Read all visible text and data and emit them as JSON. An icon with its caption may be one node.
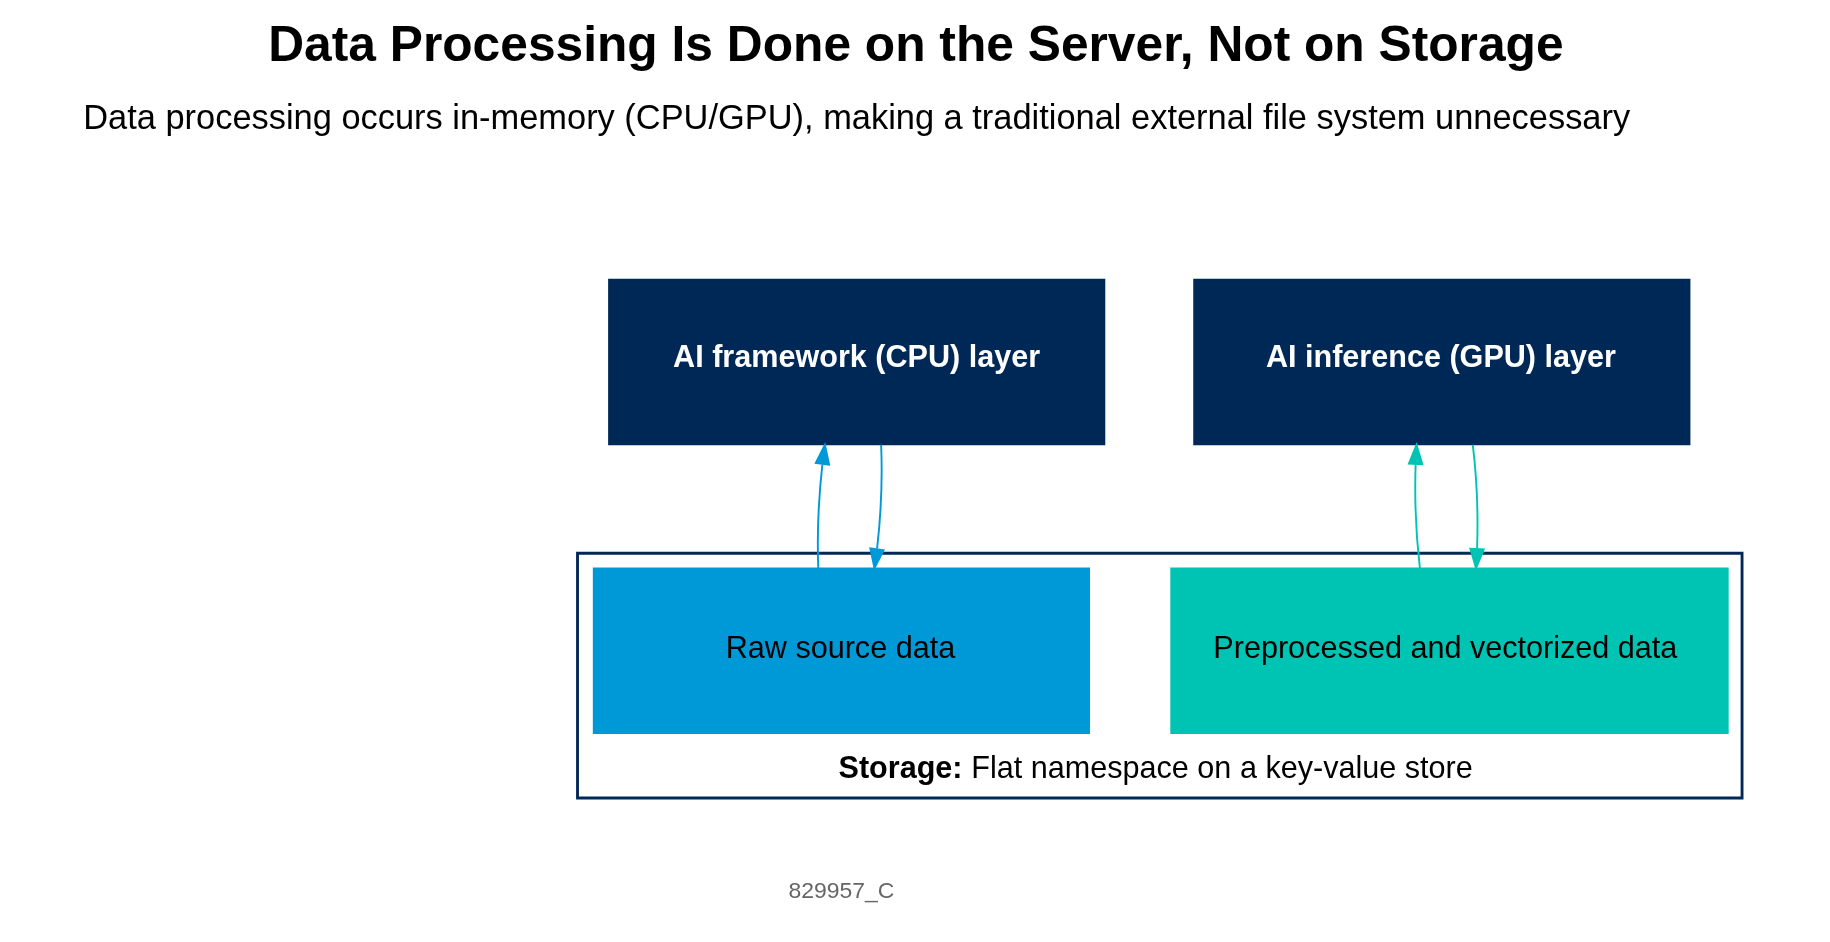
{
  "diagram": {
    "title": "Data Processing Is Done on the Server, Not on Storage",
    "nodes": [
      {
        "text": [
          "AI framework (CPU) layer"
        ]
      },
      {
        "text": [
          "AI inference (GPU) layer"
        ]
      },
      {
        "text": [
          "**Storage:** Flat namespace on a key-value store"
        ]
      },
      {
        "text": [
          "Raw source data"
        ],
        "in": 2
      },
      {
        "text": [
          "Preprocessed and vectorized data"
        ],
        "in": 2
      }
    ],
    "edges": [
      {
        "from": 3,
        "to": 0,
        "arrow": "to",
        "color": "#0099d8"
      },
      {
        "from": 0,
        "to": 3,
        "arrow": "to",
        "color": "#0099d8"
      },
      {
        "from": 4,
        "to": 1,
        "arrow": "to",
        "color": "#00c4b3"
      },
      {
        "from": 1,
        "to": 4,
        "arrow": "to",
        "color": "#00c4b3"
      }
    ],
    "labels": [
      "Data processing occurs in-memory (CPU/GPU), making a traditional external file system unnecessary",
      "829957_C"
    ]
  }
}
